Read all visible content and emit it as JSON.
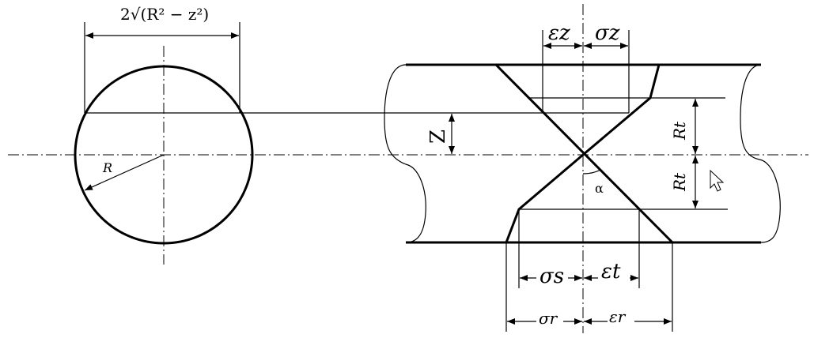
{
  "labels": {
    "chord_width": "2√(R² − z²)",
    "radius": "R",
    "z": "Z",
    "eps_z": "εz",
    "sig_z": "σz",
    "rt_upper": "Rt",
    "rt_lower": "Rt",
    "alpha": "α",
    "sig_s": "σs",
    "eps_t": "εt",
    "sig_r": "σr",
    "eps_r": "εr"
  },
  "icons": {
    "cursor": "mouse-pointer-icon"
  }
}
